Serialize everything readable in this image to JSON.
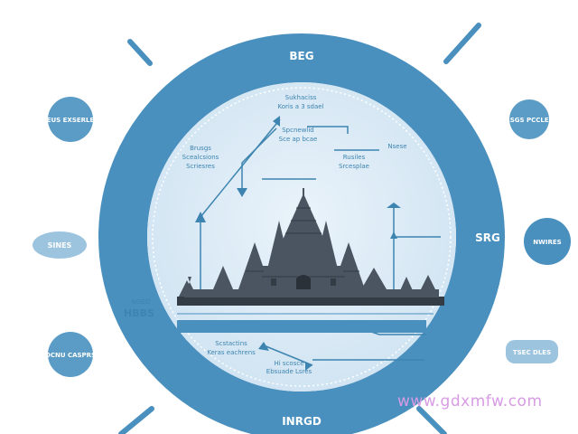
{
  "ring_labels": {
    "top": "BEG",
    "right": "SRG",
    "bottom": "INRGD"
  },
  "bubbles": {
    "top_left": "NEUS EXSERLEN",
    "mid_left": "SINES",
    "bottom_left": "OCNU CASPRS",
    "top_right": "RSGS PCCLES",
    "mid_right": "NWIRES",
    "bottom_right": "TSEC DLES"
  },
  "side_text": {
    "left_upper": "NGED",
    "left_lower": "HBBS"
  },
  "inner_labels": {
    "top_a_line1": "Sukhaciss",
    "top_a_line2": "Koris a 3 sdael",
    "top_b_line1": "Spcnewlid",
    "top_b_line2": "Sce ap bcae",
    "left_line1": "Brusgs",
    "left_line2": "Scealcsions",
    "left_line3": "Scriesres",
    "mid_right": "Nsese",
    "right_line1": "Rusiles",
    "right_line2": "Srcesplae",
    "lower_line1": "Scstactins",
    "lower_line2": "Keras eachrens",
    "lower_line3": "Hi scosce",
    "lower_line4": "Ebsuade Lsres"
  },
  "watermark": "www.gdxmfw.com",
  "colors": {
    "ring": "#4a90bf",
    "inner_bg": "#dcebf6",
    "accent": "#3d84b0",
    "temple": "#4a5561",
    "temple_shadow": "#333c45",
    "watermark": "#d79be4"
  },
  "icons": [
    "temple-icon"
  ]
}
